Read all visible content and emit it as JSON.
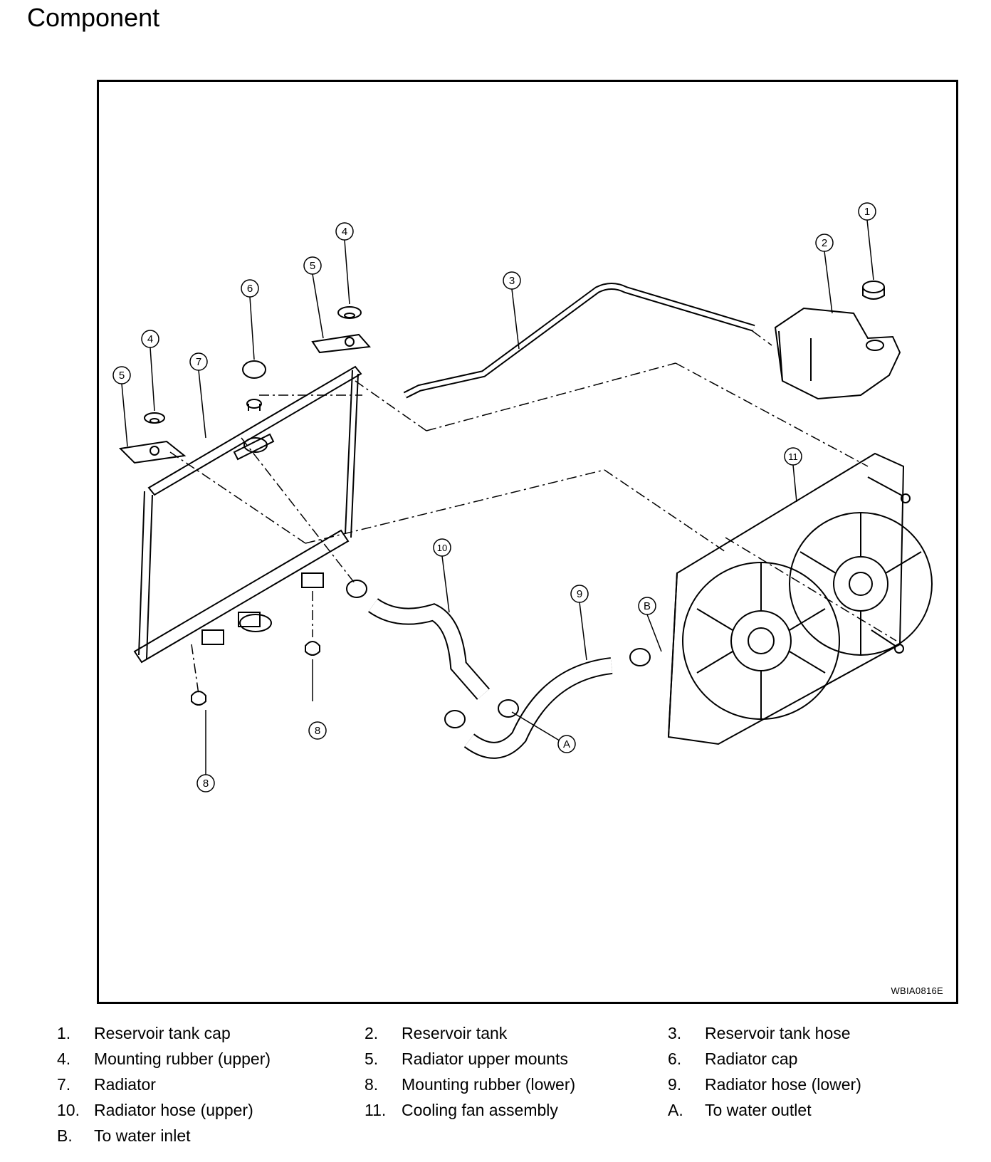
{
  "title": "Component",
  "diagram": {
    "reference_code": "WBIA0816E",
    "callouts": [
      "1",
      "2",
      "3",
      "4",
      "5",
      "6",
      "7",
      "8",
      "9",
      "10",
      "11",
      "A",
      "B"
    ]
  },
  "legend": [
    {
      "num": "1.",
      "text": "Reservoir tank cap"
    },
    {
      "num": "2.",
      "text": "Reservoir tank"
    },
    {
      "num": "3.",
      "text": "Reservoir tank hose"
    },
    {
      "num": "4.",
      "text": "Mounting rubber (upper)"
    },
    {
      "num": "5.",
      "text": "Radiator upper mounts"
    },
    {
      "num": "6.",
      "text": "Radiator cap"
    },
    {
      "num": "7.",
      "text": "Radiator"
    },
    {
      "num": "8.",
      "text": "Mounting rubber (lower)"
    },
    {
      "num": "9.",
      "text": "Radiator hose (lower)"
    },
    {
      "num": "10.",
      "text": "Radiator hose (upper)"
    },
    {
      "num": "11.",
      "text": "Cooling fan assembly"
    },
    {
      "num": "A.",
      "text": "To water outlet"
    },
    {
      "num": "B.",
      "text": "To water inlet"
    }
  ]
}
